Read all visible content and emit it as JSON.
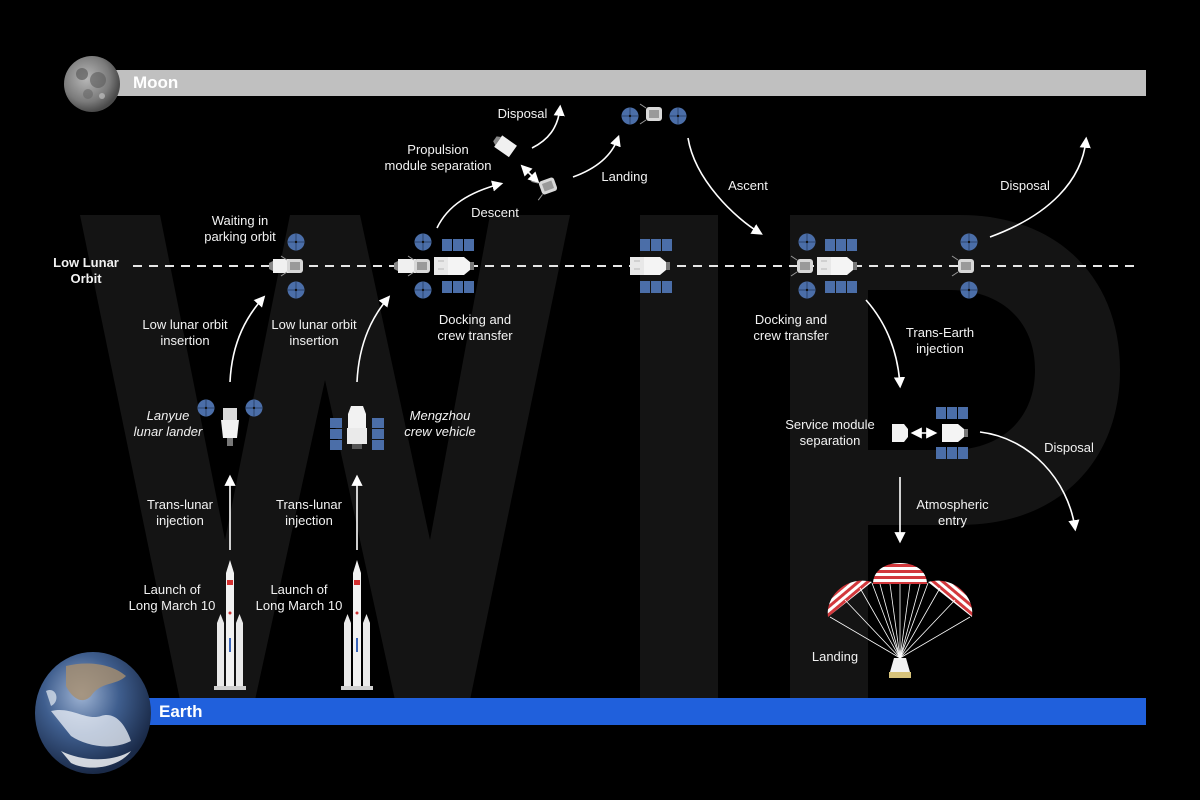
{
  "watermark": "WIP",
  "colors": {
    "moon_bar": "#c0c0c0",
    "earth_bar": "#2060dc",
    "solar_panel": "#4b6ea8",
    "watermark": "#141414",
    "parachute_red": "#d2383c",
    "arrow": "#ffffff"
  },
  "bars": {
    "moon": "Moon",
    "earth": "Earth"
  },
  "orbit": {
    "label_line1": "Low Lunar",
    "label_line2": "Orbit"
  },
  "labels": {
    "waiting_1": "Waiting in",
    "waiting_2": "parking orbit",
    "lloi_a_1": "Low lunar orbit",
    "lloi_a_2": "insertion",
    "lloi_b_1": "Low lunar orbit",
    "lloi_b_2": "insertion",
    "lander_1": "Lanyue",
    "lander_2": "lunar lander",
    "crew_1": "Mengzhou",
    "crew_2": "crew vehicle",
    "tli_a_1": "Trans-lunar",
    "tli_a_2": "injection",
    "tli_b_1": "Trans-lunar",
    "tli_b_2": "injection",
    "launch_a_1": "Launch of",
    "launch_a_2": "Long March 10",
    "launch_b_1": "Launch of",
    "launch_b_2": "Long March 10",
    "dock_a_1": "Docking and",
    "dock_a_2": "crew transfer",
    "descent": "Descent",
    "prop_sep_1": "Propulsion",
    "prop_sep_2": "module separation",
    "disposal_prop": "Disposal",
    "landing_moon": "Landing",
    "ascent": "Ascent",
    "dock_b_1": "Docking and",
    "dock_b_2": "crew transfer",
    "disposal_lander": "Disposal",
    "tei_1": "Trans-Earth",
    "tei_2": "injection",
    "sm_sep_1": "Service module",
    "sm_sep_2": "separation",
    "disposal_sm": "Disposal",
    "entry_1": "Atmospheric",
    "entry_2": "entry",
    "landing_earth": "Landing"
  }
}
